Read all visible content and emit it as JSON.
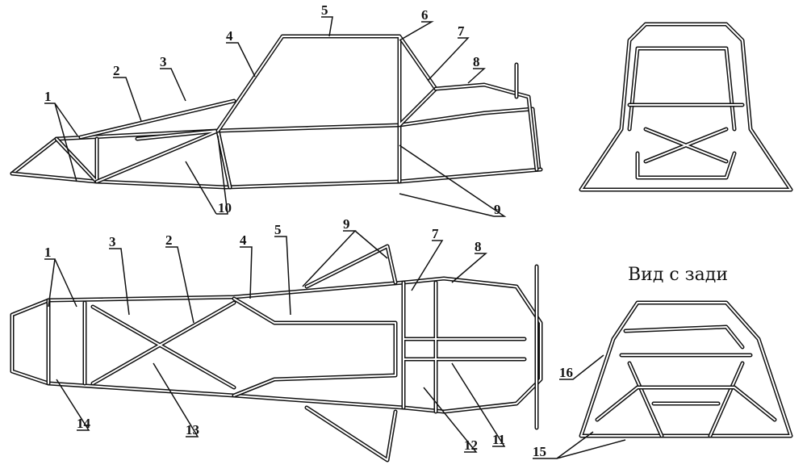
{
  "side_view": {
    "labels": [
      "1",
      "2",
      "3",
      "4",
      "5",
      "6",
      "7",
      "8",
      "10",
      "9"
    ]
  },
  "top_view": {
    "labels": [
      "1",
      "3",
      "2",
      "4",
      "5",
      "9",
      "7",
      "8",
      "14",
      "13",
      "12",
      "11"
    ]
  },
  "rear_view": {
    "caption": "Вид с зади",
    "labels": [
      "16",
      "15"
    ]
  }
}
